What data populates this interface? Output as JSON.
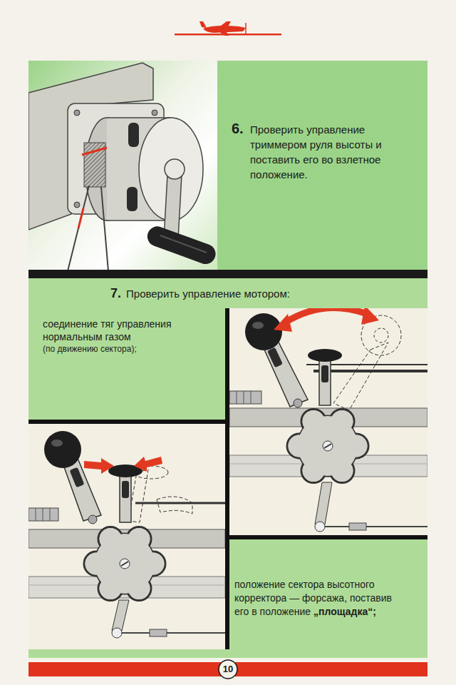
{
  "diagram": {
    "nodes": [
      {
        "text": [
          "6.",
          "Проверить управление триммером руля высоты и поставить его во взлетное положение."
        ]
      },
      {
        "text": [
          "7.",
          "Проверить управление мотором:"
        ]
      },
      {
        "text": [
          "соединение тяг управления нормальным газом",
          "(по движению сектора);"
        ],
        "in": 1
      },
      {
        "text": [
          "положение сектора высотного корректора — форсажа, поставив его в положение",
          "„площадка“;"
        ],
        "in": 1
      }
    ],
    "labels": [
      "10"
    ]
  }
}
